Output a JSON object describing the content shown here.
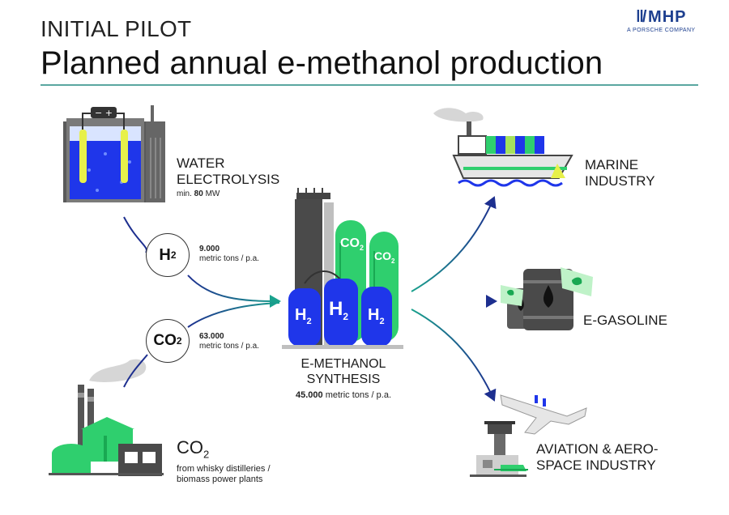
{
  "header": {
    "kicker": "INITIAL PILOT",
    "title": "Planned annual e-methanol production",
    "logo_brand": "MHP",
    "logo_sub": "A PORSCHE COMPANY"
  },
  "inputs": {
    "electrolysis": {
      "label_line1": "WATER",
      "label_line2": "ELECTROLYSIS",
      "note_prefix": "min. ",
      "note_value": "80",
      "note_unit": " MW"
    },
    "h2": {
      "symbol": "H",
      "sub": "2",
      "amount": "9.000",
      "unit": "metric tons / p.a."
    },
    "co2": {
      "symbol": "CO",
      "sub": "2",
      "amount": "63.000",
      "unit": "metric tons / p.a."
    },
    "co2_source": {
      "label": "CO",
      "label_sub": "2",
      "note_line1": "from whisky distilleries /",
      "note_line2": "biomass power plants"
    }
  },
  "center": {
    "label_line1": "E-METHANOL",
    "label_line2": "SYNTHESIS",
    "amount": "45.000",
    "unit": " metric tons / p.a.",
    "tank_h2": "H",
    "tank_h2_sub": "2",
    "tank_co2": "CO",
    "tank_co2_sub": "2"
  },
  "outputs": [
    {
      "line1": "MARINE",
      "line2": "INDUSTRY"
    },
    {
      "line1": "E-GASOLINE",
      "line2": ""
    },
    {
      "line1": "AVIATION & AERO-",
      "line2": "SPACE INDUSTRY"
    }
  ],
  "colors": {
    "navy": "#1d2f8f",
    "teal": "#1aa28d",
    "green": "#2fcf6e",
    "darkgreen": "#19a852",
    "blue": "#1e3be0",
    "grey": "#4a4a4a",
    "lightgrey": "#bfbfbf"
  }
}
